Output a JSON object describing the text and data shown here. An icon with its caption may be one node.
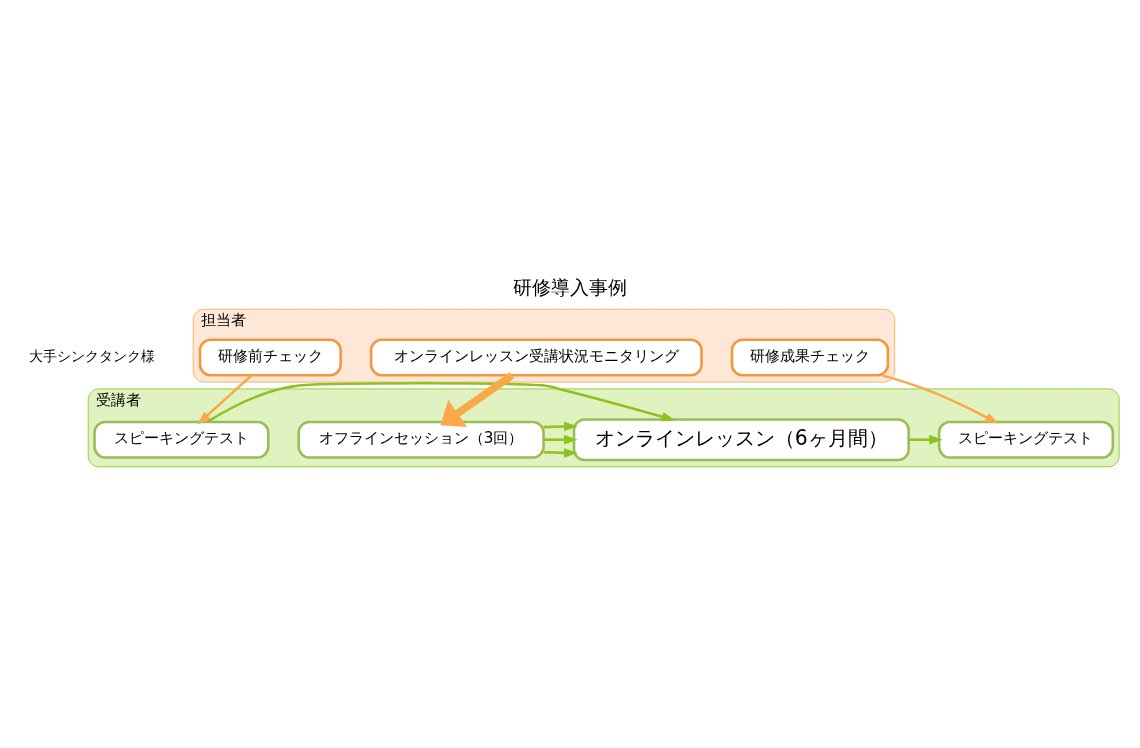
{
  "diagram": {
    "title": "研修導入事例",
    "nodes": [
      {
        "text": [
          "受講者"
        ]
      },
      {
        "text": [
          "スピーキングテスト"
        ],
        "in": 0
      },
      {
        "text": [
          "オンラインレッスン（6ヶ月間）"
        ],
        "in": 0
      },
      {
        "text": [
          "オフラインセッション（3回）"
        ],
        "in": 0
      },
      {
        "text": [
          "スピーキングテスト"
        ],
        "in": 0
      },
      {
        "text": [
          "担当者"
        ]
      },
      {
        "text": [
          "研修前チェック"
        ],
        "in": 5
      },
      {
        "text": [
          "オンラインレッスン受講状況モニタリング"
        ],
        "in": 5
      },
      {
        "text": [
          "研修成果チェック"
        ],
        "in": 5
      }
    ],
    "edges": [
      {
        "from": 1,
        "to": 2,
        "arrow": "to"
      },
      {
        "from": 2,
        "to": 4,
        "arrow": "to"
      },
      {
        "from": 3,
        "to": 2,
        "arrow": "to"
      },
      {
        "from": 3,
        "to": 2,
        "arrow": "to"
      },
      {
        "from": 3,
        "to": 2,
        "arrow": "to"
      },
      {
        "from": 6,
        "to": 1,
        "arrow": "to",
        "color": "#f9a94b"
      },
      {
        "from": 7,
        "to": 3,
        "arrow": "to",
        "style": "thick",
        "color": "#f9a94b"
      },
      {
        "from": 8,
        "to": 4,
        "arrow": "to",
        "color": "#f9a94b"
      }
    ],
    "labels": [
      "大手シンクタンク様"
    ]
  }
}
